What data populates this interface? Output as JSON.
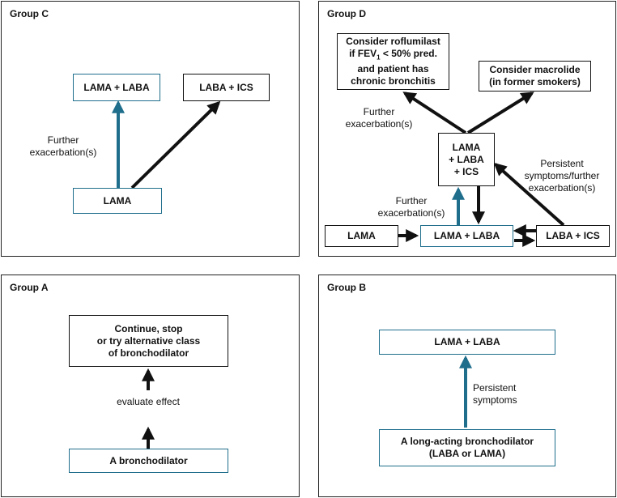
{
  "colors": {
    "teal": "#1f6e8c",
    "black": "#111111"
  },
  "groupC": {
    "title": "Group C",
    "box_lama_laba": "LAMA + LABA",
    "box_laba_ics": "LABA + ICS",
    "box_lama": "LAMA",
    "label_further": [
      "Further",
      "exacerbation(s)"
    ]
  },
  "groupD": {
    "title": "Group D",
    "box_roflumilast": [
      "Consider roflumilast",
      "if FEV",
      "1",
      " < 50% pred.",
      "and patient has",
      "chronic bronchitis"
    ],
    "box_macrolide": [
      "Consider macrolide",
      "(in former smokers)"
    ],
    "box_triple": [
      "LAMA",
      "+ LABA",
      "+ ICS"
    ],
    "box_lama": "LAMA",
    "box_lama_laba": "LAMA + LABA",
    "box_laba_ics": "LABA + ICS",
    "label_further_top": [
      "Further",
      "exacerbation(s)"
    ],
    "label_further_bottom": [
      "Further",
      "exacerbation(s)"
    ],
    "label_persistent": [
      "Persistent",
      "symptoms/further",
      "exacerbation(s)"
    ]
  },
  "groupA": {
    "title": "Group A",
    "box_continue": [
      "Continue, stop",
      "or try alternative class",
      "of bronchodilator"
    ],
    "label_evaluate": [
      "evaluate",
      "effect"
    ],
    "box_bronchodilator": "A bronchodilator"
  },
  "groupB": {
    "title": "Group B",
    "box_lama_laba": "LAMA + LABA",
    "label_persistent": [
      "Persistent",
      "symptoms"
    ],
    "box_long_acting": [
      "A long-acting bronchodilator",
      "(LABA or LAMA)"
    ]
  }
}
